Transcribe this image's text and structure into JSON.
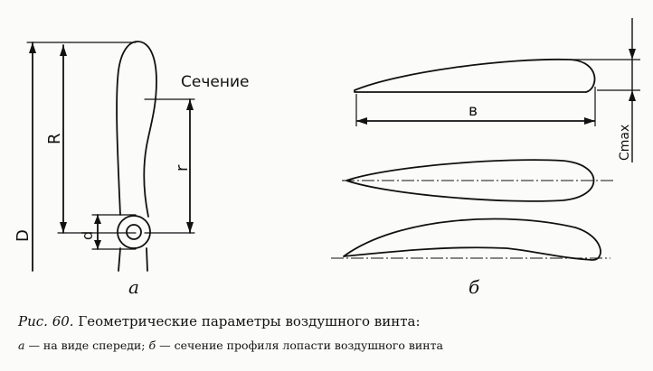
{
  "labels": {
    "section": "Сечение",
    "D": "D",
    "R": "R",
    "r": "r",
    "d": "d",
    "b": "в",
    "cmax": "Cmax",
    "view_a": "а",
    "view_b": "б"
  },
  "caption": {
    "figure": "Рис. 60.",
    "title": "Геометрические параметры воздушного винта:",
    "a_letter": "а",
    "a_text": "— на виде спереди;",
    "b_letter": "б",
    "b_text": "— сечение профиля лопасти воздушного винта"
  }
}
